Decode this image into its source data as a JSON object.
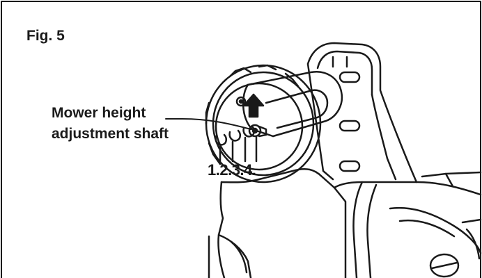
{
  "figure": {
    "label": "Fig. 5",
    "callout_line1": "Mower height",
    "callout_line2": "adjustment shaft",
    "position_labels": "1.2.3.4."
  },
  "colors": {
    "ink": "#1a1a1a",
    "background": "#ffffff"
  }
}
